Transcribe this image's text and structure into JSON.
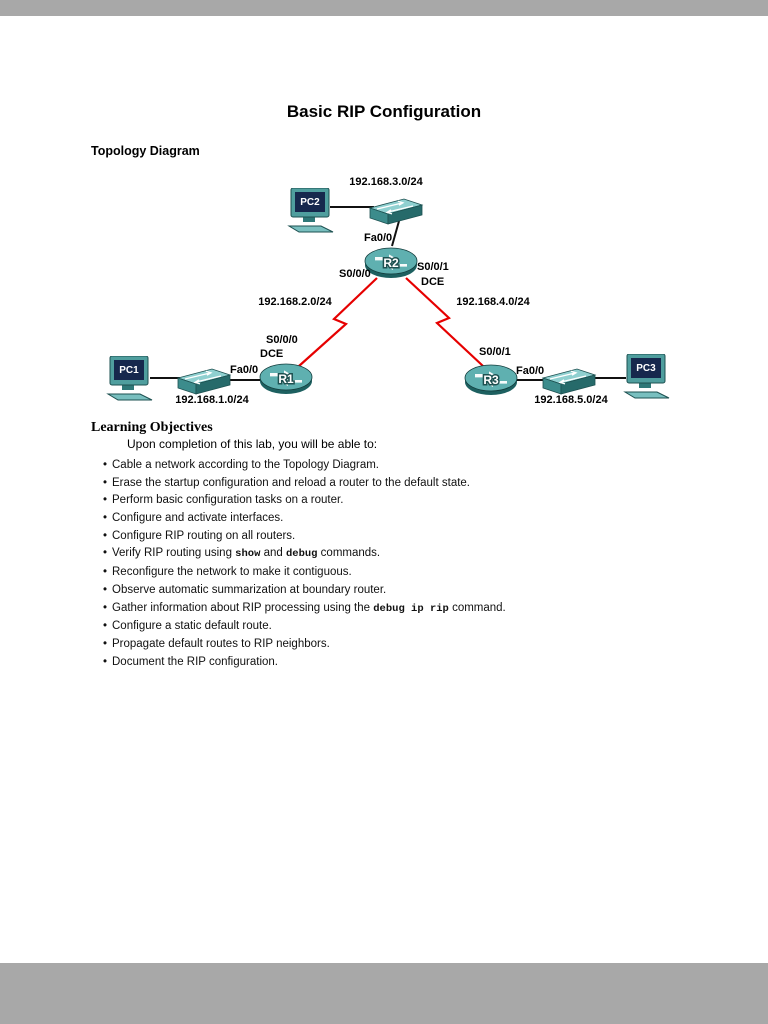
{
  "document": {
    "title": "Basic RIP Configuration",
    "topology_heading": "Topology Diagram"
  },
  "topology": {
    "networks": {
      "net1": "192.168.1.0/24",
      "net2": "192.168.2.0/24",
      "net3": "192.168.3.0/24",
      "net4": "192.168.4.0/24",
      "net5": "192.168.5.0/24"
    },
    "labels": {
      "r2_fa0_0": "Fa0/0",
      "r2_s0_0_0": "S0/0/0",
      "r2_s0_0_1": "S0/0/1",
      "r2_dce": "DCE",
      "r1_s0_0_0": "S0/0/0",
      "r1_dce": "DCE",
      "r1_fa0_0": "Fa0/0",
      "r3_s0_0_1": "S0/0/1",
      "r3_fa0_0": "Fa0/0"
    },
    "devices": {
      "pc1": "PC1",
      "pc2": "PC2",
      "pc3": "PC3",
      "r1": "R1",
      "r2": "R2",
      "r3": "R3"
    },
    "colors": {
      "serial_link": "#e60000",
      "ethernet_link": "#111111",
      "device_teal": "#4f9e9e"
    }
  },
  "objectives": {
    "heading": "Learning Objectives",
    "intro": "Upon completion of this lab, you will be able to:",
    "bullet_char": "•",
    "items": [
      {
        "parts": [
          {
            "t": "Cable a network according to the Topology Diagram."
          }
        ]
      },
      {
        "parts": [
          {
            "t": "Erase the startup configuration and reload a router to the default state."
          }
        ]
      },
      {
        "parts": [
          {
            "t": "Perform basic configuration tasks on a router."
          }
        ]
      },
      {
        "parts": [
          {
            "t": "Configure and activate interfaces."
          }
        ]
      },
      {
        "parts": [
          {
            "t": "Configure RIP routing on all routers."
          }
        ]
      },
      {
        "parts": [
          {
            "t": "Verify RIP routing using "
          },
          {
            "t": "show",
            "code": true
          },
          {
            "t": " and "
          },
          {
            "t": "debug",
            "code": true
          },
          {
            "t": " commands."
          }
        ]
      },
      {
        "parts": [
          {
            "t": "Reconfigure the network to make it contiguous."
          }
        ]
      },
      {
        "parts": [
          {
            "t": "Observe automatic summarization at boundary router."
          }
        ]
      },
      {
        "parts": [
          {
            "t": "Gather information about RIP processing using the "
          },
          {
            "t": "debug ip rip",
            "code": true
          },
          {
            "t": " command."
          }
        ]
      },
      {
        "parts": [
          {
            "t": "Configure a static default route."
          }
        ]
      },
      {
        "parts": [
          {
            "t": "Propagate default routes to RIP neighbors."
          }
        ]
      },
      {
        "parts": [
          {
            "t": "Document the RIP configuration."
          }
        ]
      }
    ]
  }
}
